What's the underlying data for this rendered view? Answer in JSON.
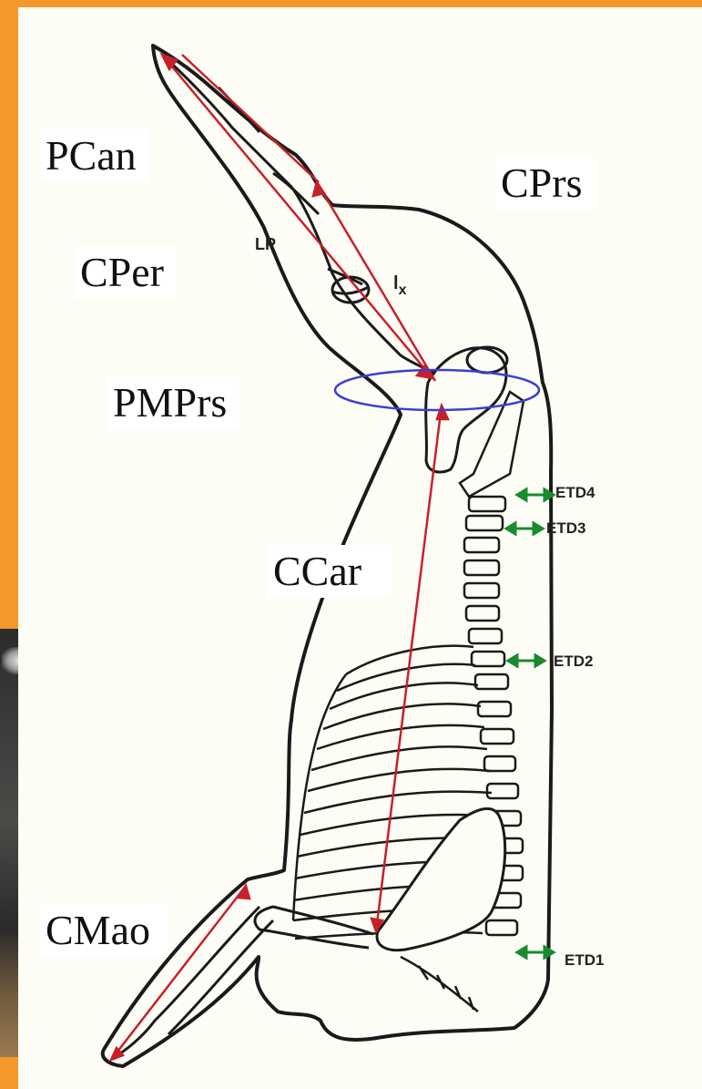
{
  "labels": {
    "pcan": "PCan",
    "cprs": "CPrs",
    "cper": "CPer",
    "pmprs": "PMPrs",
    "ccar": "CCar",
    "cmao": "CMao"
  },
  "small_labels": {
    "lp": "LP",
    "lx_base": "l",
    "lx_sub": "x"
  },
  "etd": {
    "etd4": "ETD4",
    "etd3": "ETD3",
    "etd2": "ETD2",
    "etd1": "ETD1"
  },
  "colors": {
    "background": "#f6972b",
    "paper": "#fdfdf6",
    "measure_line": "#c8202a",
    "ring": "#3b3fd0",
    "etd_arrow": "#1a8a2e",
    "outline": "#1a1a1a"
  }
}
